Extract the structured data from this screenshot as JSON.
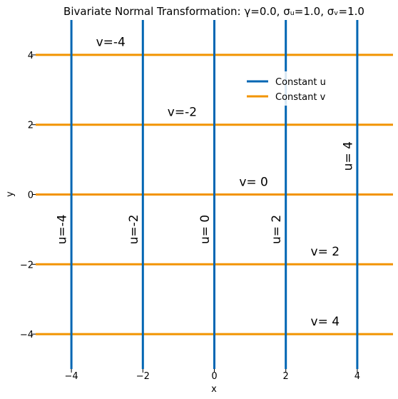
{
  "chart_data": {
    "type": "line",
    "title": "Bivariate Normal Transformation: γ=0.0, σᵤ=1.0, σᵥ=1.0",
    "xlabel": "x",
    "ylabel": "y",
    "xlim": [
      -5,
      5
    ],
    "ylim": [
      -5,
      5
    ],
    "xticks": [
      -4,
      -2,
      0,
      2,
      4
    ],
    "yticks": [
      -4,
      -2,
      0,
      2,
      4
    ],
    "xtick_labels": [
      "−4",
      "−2",
      "0",
      "2",
      "4"
    ],
    "ytick_labels": [
      "−4",
      "−2",
      "0",
      "2",
      "4"
    ],
    "grid": false,
    "legend_placement": "upper-right",
    "legend": [
      {
        "name": "Constant u",
        "color": "#0066b3"
      },
      {
        "name": "Constant v",
        "color": "#f29400"
      }
    ],
    "series": [
      {
        "family": "constant-u",
        "value": -4,
        "label": "u=-4",
        "points": [
          [
            -4,
            -5
          ],
          [
            -4,
            5
          ]
        ]
      },
      {
        "family": "constant-u",
        "value": -2,
        "label": "u=-2",
        "points": [
          [
            -2,
            -5
          ],
          [
            -2,
            5
          ]
        ]
      },
      {
        "family": "constant-u",
        "value": 0,
        "label": "u= 0",
        "points": [
          [
            0,
            -5
          ],
          [
            0,
            5
          ]
        ]
      },
      {
        "family": "constant-u",
        "value": 2,
        "label": "u= 2",
        "points": [
          [
            2,
            -5
          ],
          [
            2,
            5
          ]
        ]
      },
      {
        "family": "constant-u",
        "value": 4,
        "label": "u= 4",
        "points": [
          [
            4,
            -5
          ],
          [
            4,
            5
          ]
        ]
      },
      {
        "family": "constant-v",
        "value": -4,
        "label": "v=-4",
        "points": [
          [
            -5,
            4
          ],
          [
            5,
            4
          ]
        ]
      },
      {
        "family": "constant-v",
        "value": -2,
        "label": "v=-2",
        "points": [
          [
            -5,
            2
          ],
          [
            5,
            2
          ]
        ]
      },
      {
        "family": "constant-v",
        "value": 0,
        "label": "v= 0",
        "points": [
          [
            -5,
            0
          ],
          [
            5,
            0
          ]
        ]
      },
      {
        "family": "constant-v",
        "value": 2,
        "label": "v= 2",
        "points": [
          [
            -5,
            -2
          ],
          [
            5,
            -2
          ]
        ]
      },
      {
        "family": "constant-v",
        "value": 4,
        "label": "v= 4",
        "points": [
          [
            -5,
            -4
          ],
          [
            5,
            -4
          ]
        ]
      }
    ],
    "annotations": [
      {
        "text": "v=-4",
        "x": -2.9,
        "y": 4.25
      },
      {
        "text": "v=-2",
        "x": -0.9,
        "y": 2.25
      },
      {
        "text": "v= 0",
        "x": 1.1,
        "y": 0.25
      },
      {
        "text": "v= 2",
        "x": 3.1,
        "y": -1.75
      },
      {
        "text": "v= 4",
        "x": 3.1,
        "y": -3.75
      },
      {
        "text": "u=-4",
        "x": -4.25,
        "y": -1.0
      },
      {
        "text": "u=-2",
        "x": -2.25,
        "y": -1.0
      },
      {
        "text": "u= 0",
        "x": -0.25,
        "y": -1.0
      },
      {
        "text": "u= 2",
        "x": 1.75,
        "y": -1.0
      },
      {
        "text": "u= 4",
        "x": 3.75,
        "y": 1.1
      }
    ]
  }
}
